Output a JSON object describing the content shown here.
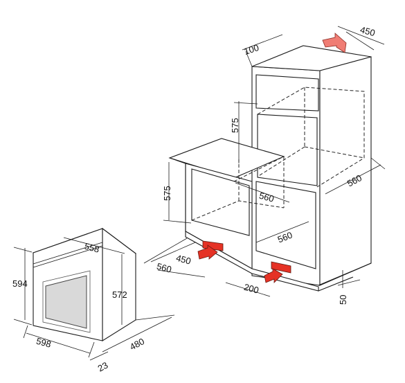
{
  "dimensions": {
    "oven_width": "598",
    "oven_height": "594",
    "oven_top_width": "558",
    "oven_inner_height": "572",
    "oven_depth": "480",
    "oven_front": "23",
    "column_top_depth": "450",
    "column_top_back": "100",
    "column_niche_height": "575",
    "column_depth": "560",
    "column_niche_width": "560",
    "counter_niche_height": "575",
    "counter_niche_width": "560",
    "counter_depth_1": "450",
    "counter_depth_2": "560",
    "vent_width": "200",
    "plinth_height": "50"
  },
  "colors": {
    "airflow_arrow": "#e53225",
    "airflow_out_arrow": "#f07d74",
    "line": "#1a1a1a"
  }
}
